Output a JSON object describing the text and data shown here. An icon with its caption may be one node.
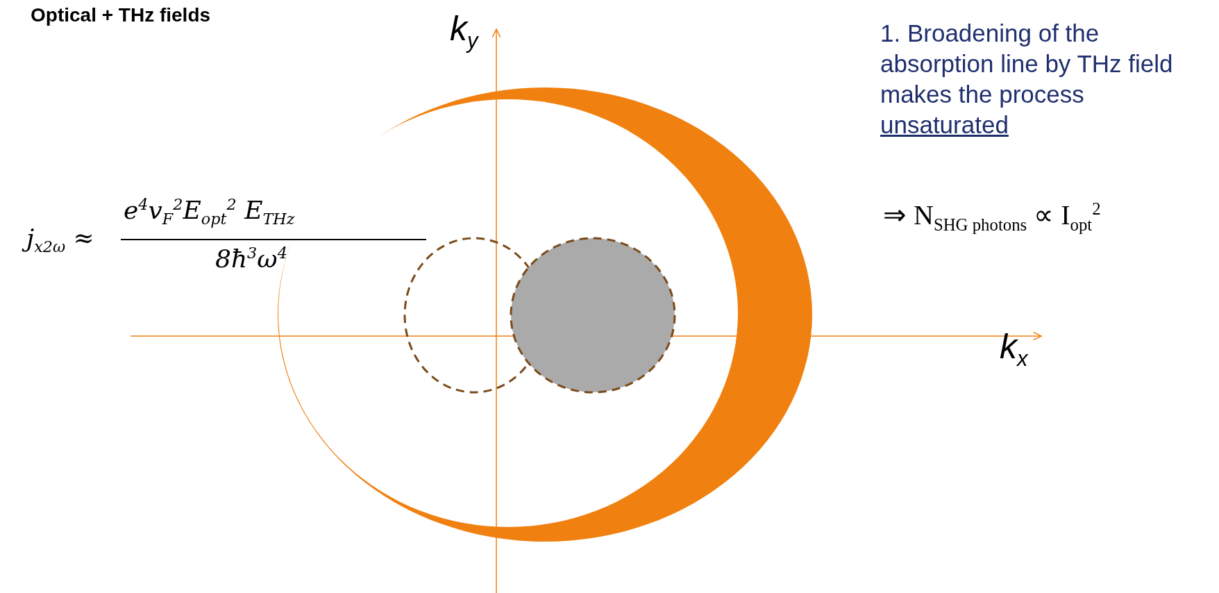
{
  "diagram": {
    "title": "Optical + THz fields",
    "labels": [
      "k$_{y}$",
      "1. Broadening of the absorption line by THz field makes the process unsaturated",
      "j$_{x2ω}$ ≈",
      "e$^{4}$v$_{F}$$^{2}$E$_{opt}$$^{2}$ E$_{THz}$",
      "8ħ$^{3}$ω$^{4}$",
      "⇒ N$_{SHG photons}$ ∝ I$_{opt}$$^{2}$",
      "k$_{x}$"
    ]
  }
}
